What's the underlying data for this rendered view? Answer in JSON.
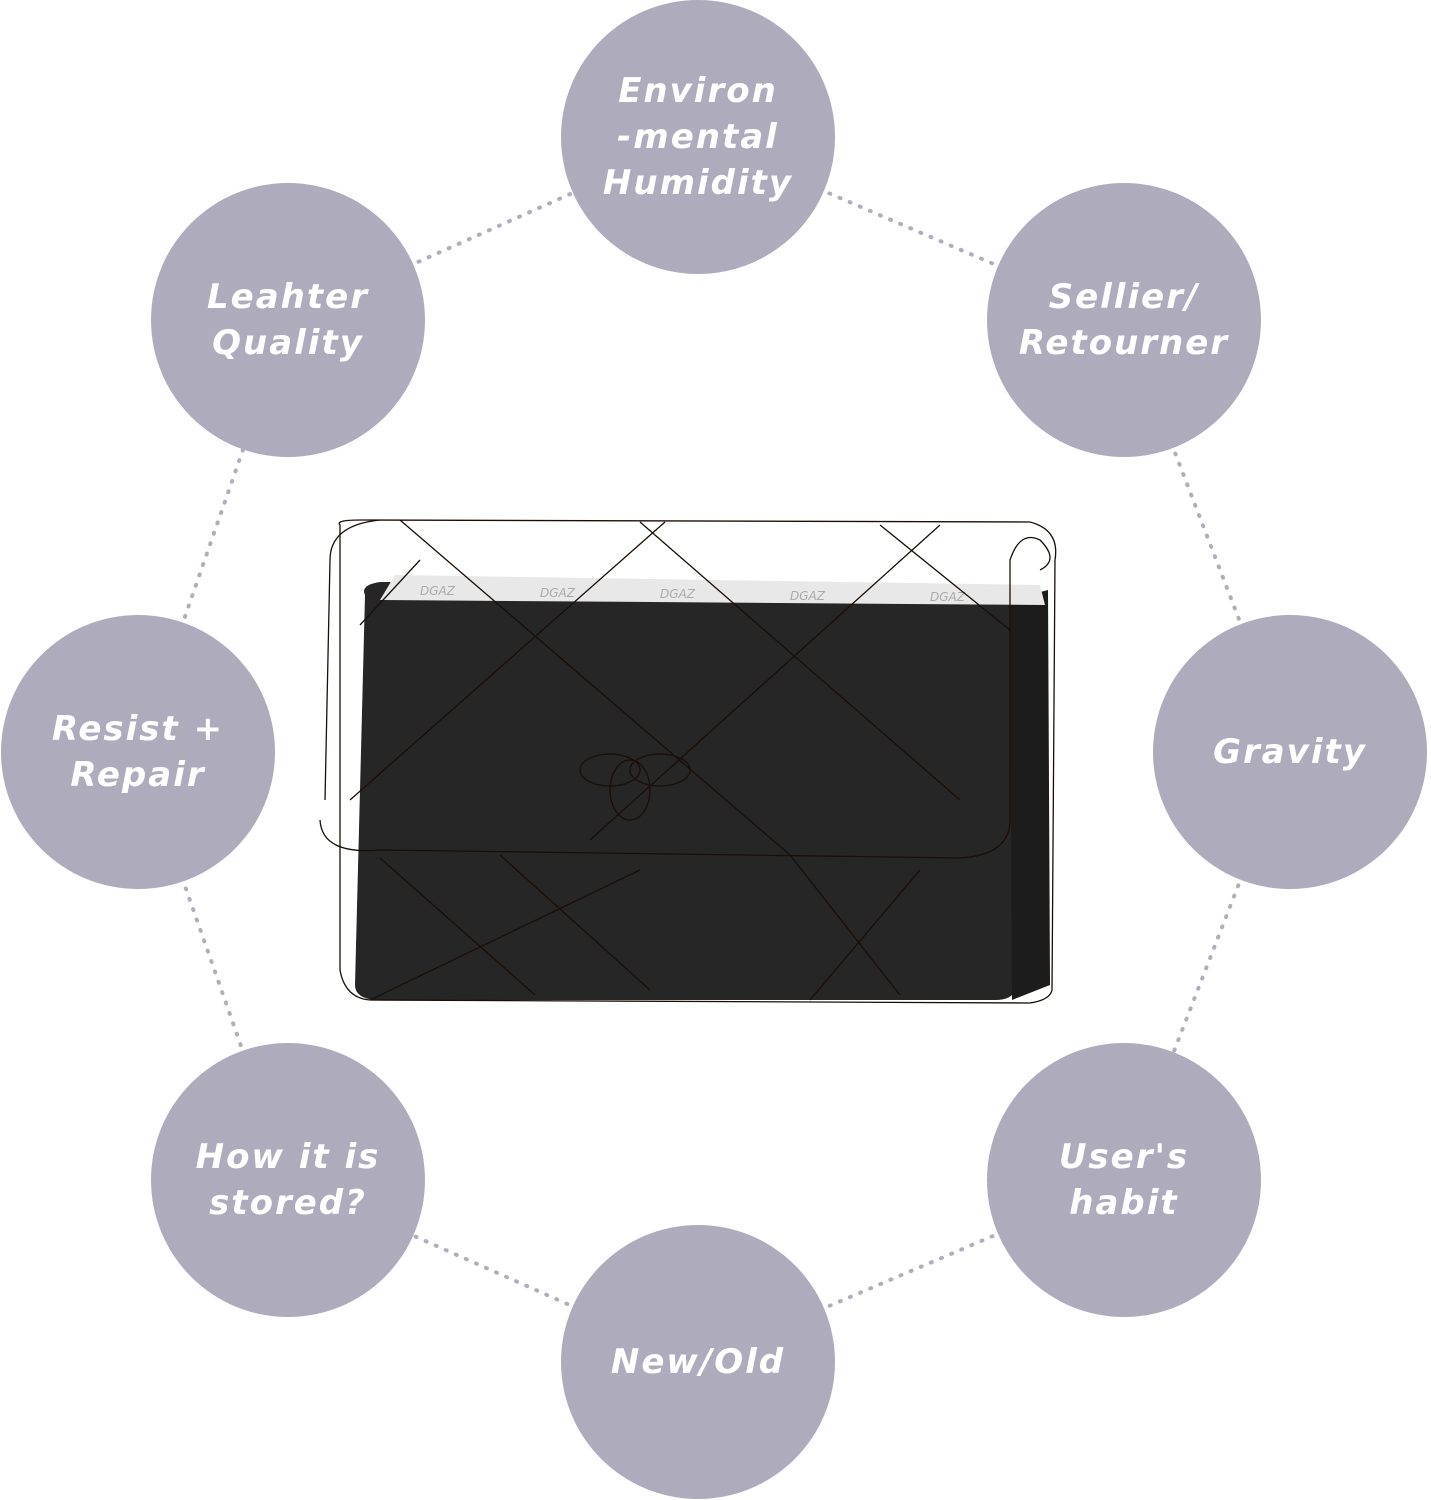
{
  "factors": [
    {
      "id": "humidity",
      "label": "Environ\n-mental\nHumidity"
    },
    {
      "id": "sellier",
      "label": "Sellier/\nRetourner"
    },
    {
      "id": "gravity",
      "label": "Gravity"
    },
    {
      "id": "habit",
      "label": "User's\nhabit"
    },
    {
      "id": "new-old",
      "label": "New/Old"
    },
    {
      "id": "stored",
      "label": "How it is\nstored?"
    },
    {
      "id": "resist",
      "label": "Resist +\nRepair"
    },
    {
      "id": "leather",
      "label": "Leahter\nQuality"
    }
  ],
  "product": {
    "logo_text": "DGAZ"
  },
  "colors": {
    "circle": "#aeacbc",
    "pillow": "#262626",
    "dots": "#b0aebc"
  }
}
